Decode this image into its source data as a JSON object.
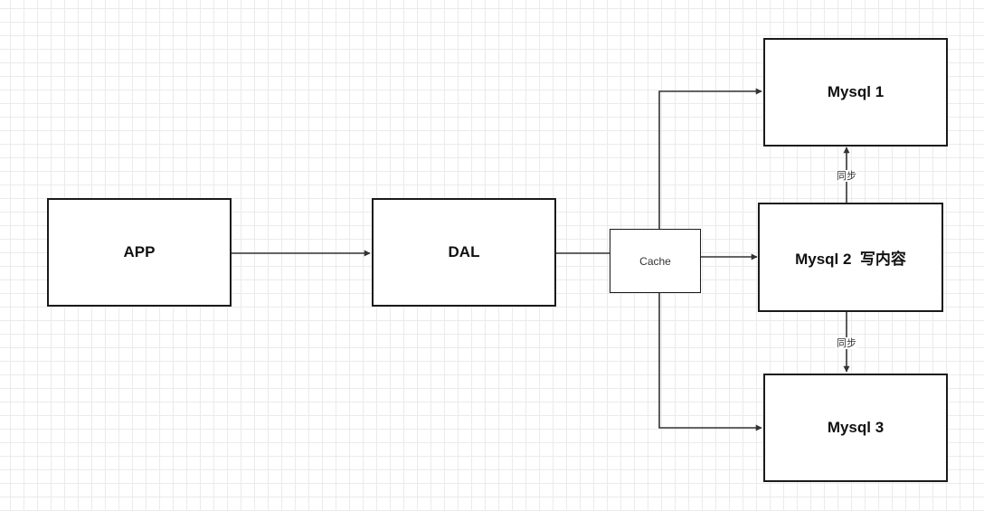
{
  "nodes": {
    "app": "APP",
    "dal": "DAL",
    "cache": "Cache",
    "mysql1": "Mysql 1",
    "mysql2": "Mysql 2  写内容",
    "mysql3": "Mysql 3"
  },
  "edge_labels": {
    "sync_up": "同步",
    "sync_down": "同步"
  },
  "colors": {
    "line": "#333333",
    "border": "#1a1a1a",
    "grid": "#ebebeb"
  }
}
